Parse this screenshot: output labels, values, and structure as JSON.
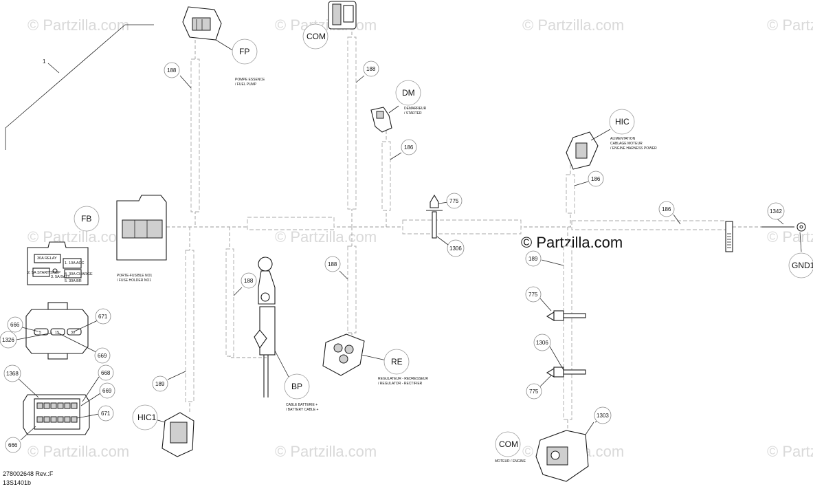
{
  "watermark": "© Partzilla.com",
  "watermark_main": "© Partzilla.com",
  "item_callout": "1",
  "footer": {
    "part_number": "278002648 Rev.:F",
    "figure_code": "13S1401b"
  },
  "components": {
    "fp": {
      "code": "FP",
      "caption_fr": "POMPE ESSENCE",
      "caption_en": "/ FUEL PUMP"
    },
    "com_top": {
      "code": "COM"
    },
    "dm": {
      "code": "DM",
      "caption_fr": "DEMARREUR",
      "caption_en": "/ STARTER"
    },
    "hic": {
      "code": "HIC",
      "caption_fr": "ALIMENTATION",
      "caption_fr2": "CABLAGE MOTEUR",
      "caption_en": "/ ENGINE HARNESS POWER"
    },
    "fb": {
      "code": "FB",
      "caption_fr": "PORTE-FUSIBLE NO1",
      "caption_en": "/ FUSE HOLDER NO1"
    },
    "bp": {
      "code": "BP",
      "caption_fr": "CABLE BATTERIE +",
      "caption_en": "/ BATTERY CABLE +"
    },
    "re": {
      "code": "RE",
      "caption_fr": "REGULATEUR - REDRESSEUR",
      "caption_en": "/ REGULATOR - RECTIFIER"
    },
    "gnd1": {
      "code": "GND1"
    },
    "hic1": {
      "code": "HIC1"
    },
    "com_bottom": {
      "code": "COM",
      "caption": "MOTEUR / ENGINE"
    }
  },
  "fuse_box": {
    "relay": "30A RELAY",
    "f1": "1. 10A ACC",
    "f2": "2. 5A START/STOP",
    "f3": "3. 5A BATT",
    "f4": "4. 30A CHARGE",
    "f5": "5. 30A BR"
  },
  "fuse_holder": {
    "slots": [
      "5",
      "15",
      "30"
    ]
  },
  "numbers": {
    "n188_a": "188",
    "n188_b": "188",
    "n188_c": "188",
    "n188_d": "188",
    "n186_a": "186",
    "n186_b": "186",
    "n186_c": "186",
    "n189_a": "189",
    "n189_b": "189",
    "n775_a": "775",
    "n775_b": "775",
    "n775_c": "775",
    "n1306_a": "1306",
    "n1306_b": "1306",
    "n1342": "1342",
    "n1303": "1303",
    "n666_a": "666",
    "n666_b": "666",
    "n671_a": "671",
    "n671_b": "671",
    "n669_a": "669",
    "n669_b": "669",
    "n668": "668",
    "n1326": "1326",
    "n1368": "1368"
  }
}
